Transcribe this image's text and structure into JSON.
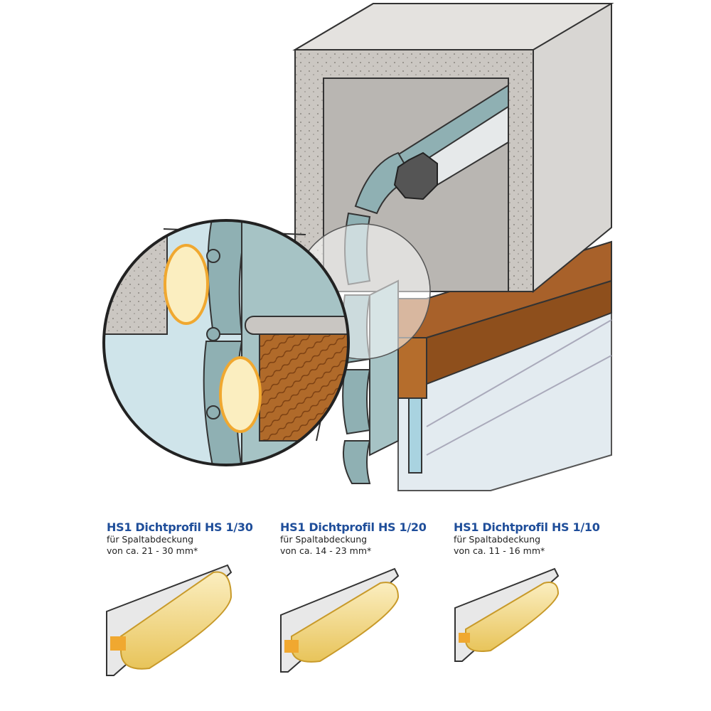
{
  "colors": {
    "title": "#1f4e9a",
    "concrete": "#c9c6c2",
    "wood": "#9a5a22",
    "slat": "#8fb0b3",
    "seal": "#f0a830",
    "tube": "#f5e2a0"
  },
  "profiles": [
    {
      "title": "HS1 Dichtprofil HS 1/30",
      "line1": "für Spaltabdeckung",
      "line2": "von ca. 21 - 30 mm*"
    },
    {
      "title": "HS1 Dichtprofil HS 1/20",
      "line1": "für Spaltabdeckung",
      "line2": "von ca. 14 - 23 mm*"
    },
    {
      "title": "HS1 Dichtprofil HS 1/10",
      "line1": "für Spaltabdeckung",
      "line2": "von ca. 11 - 16 mm*"
    }
  ]
}
